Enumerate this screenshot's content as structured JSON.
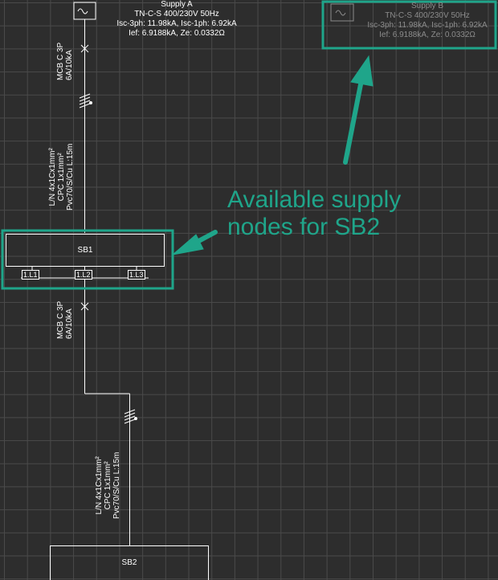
{
  "supply_a": {
    "name": "Supply A",
    "system": "TN-C-S 400/230V 50Hz",
    "isc": "Isc-3ph: 11.98kA, Isc-1ph: 6.92kA",
    "ief": "Ief: 6.9188kA, Ze: 0.0332Ω"
  },
  "supply_b": {
    "name": "Supply B",
    "system": "TN-C-S 400/230V 50Hz",
    "isc": "Isc-3ph: 11.98kA, Isc-1ph: 6.92kA",
    "ief": "Ief: 6.9188kA, Ze: 0.0332Ω"
  },
  "breaker_1": {
    "line1": "MCB C 3P",
    "line2": "6A/10kA"
  },
  "cable_1": {
    "line1": "L/N 4x1Cx1mm²",
    "line2": "CPC 1x1mm²",
    "line3": "Pvc70/S/Cu L:15m"
  },
  "sb1": {
    "name": "SB1",
    "nodes": [
      "1.L1",
      "1.L2",
      "1.L3"
    ]
  },
  "breaker_2": {
    "line1": "MCB C 3P",
    "line2": "6A/10kA"
  },
  "cable_2": {
    "line1": "L/N 4x1Cx1mm²",
    "line2": "CPC 1x1mm²",
    "line3": "Pvc70/S/Cu L:15m"
  },
  "sb2": {
    "name": "SB2"
  },
  "annotation": {
    "line1": "Available supply",
    "line2": "nodes for SB2"
  },
  "colors": {
    "accent": "#1fa58a",
    "grid": "#4a4a4a",
    "background": "#2d2d2d",
    "wire": "#ffffff"
  }
}
